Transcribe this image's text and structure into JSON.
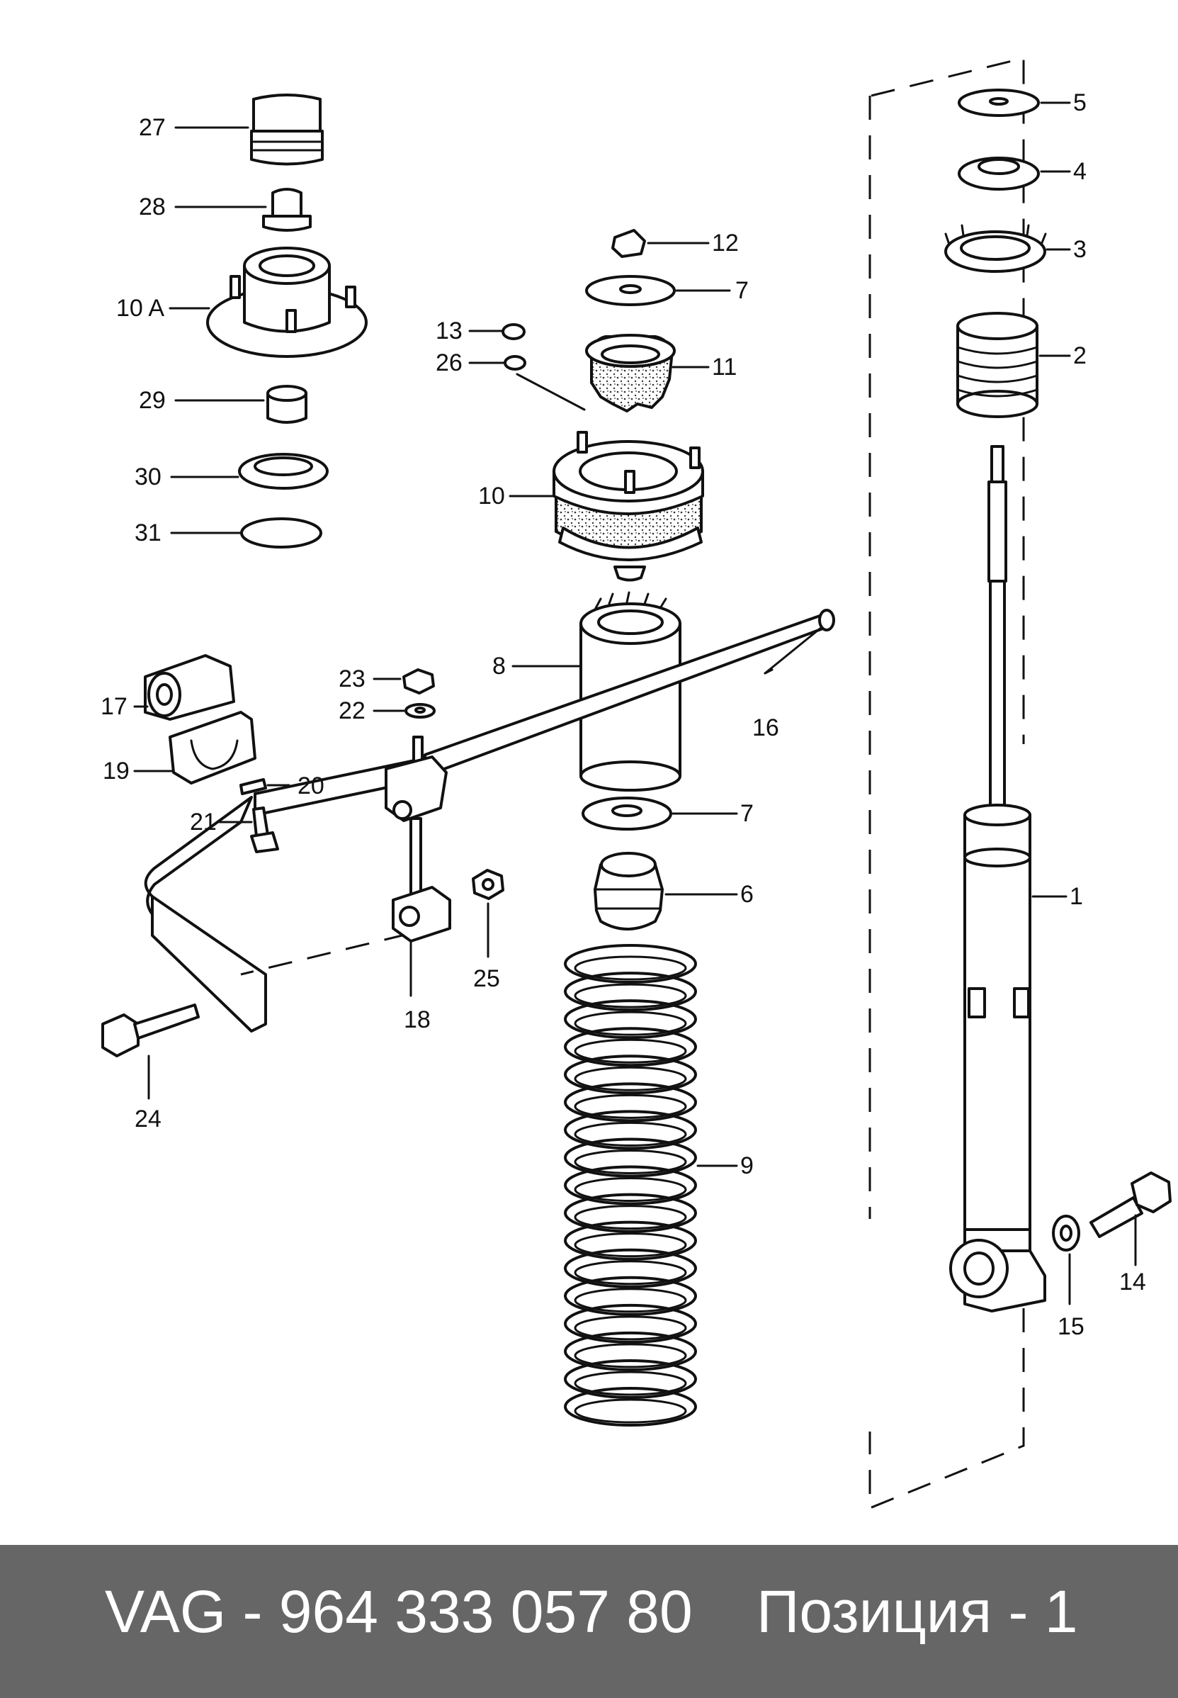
{
  "labels": {
    "l1": "1",
    "l2": "2",
    "l3": "3",
    "l4": "4",
    "l5": "5",
    "l6": "6",
    "l7a": "7",
    "l7b": "7",
    "l8": "8",
    "l9": "9",
    "l10": "10",
    "l10a": "10 A",
    "l11": "11",
    "l12": "12",
    "l13": "13",
    "l14": "14",
    "l15": "15",
    "l16": "16",
    "l17": "17",
    "l18": "18",
    "l19": "19",
    "l20": "20",
    "l21": "21",
    "l22": "22",
    "l23": "23",
    "l24": "24",
    "l25": "25",
    "l26": "26",
    "l27": "27",
    "l28": "28",
    "l29": "29",
    "l30": "30",
    "l31": "31"
  },
  "footer": {
    "part_number": "VAG - 964 333 057 80",
    "position": "Позиция - 1"
  },
  "colors": {
    "footer_bg": "#666666",
    "footer_text": "#ffffff",
    "line": "#111111"
  }
}
